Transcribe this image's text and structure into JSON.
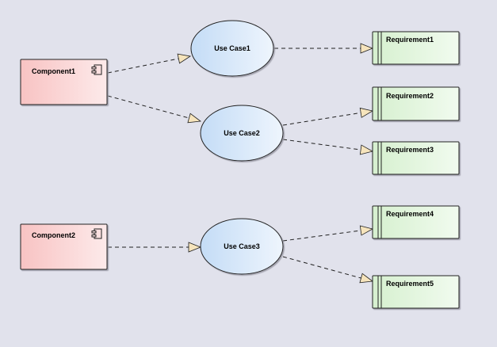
{
  "components": [
    {
      "id": "c1",
      "label": "Component1"
    },
    {
      "id": "c2",
      "label": "Component2"
    }
  ],
  "use_cases": [
    {
      "id": "u1",
      "label": "Use Case1"
    },
    {
      "id": "u2",
      "label": "Use Case2"
    },
    {
      "id": "u3",
      "label": "Use Case3"
    }
  ],
  "requirements": [
    {
      "id": "r1",
      "label": "Requirement1"
    },
    {
      "id": "r2",
      "label": "Requirement2"
    },
    {
      "id": "r3",
      "label": "Requirement3"
    },
    {
      "id": "r4",
      "label": "Requirement4"
    },
    {
      "id": "r5",
      "label": "Requirement5"
    }
  ],
  "connectors": [
    {
      "from": "c1",
      "to": "u1",
      "style": "dashed"
    },
    {
      "from": "c1",
      "to": "u2",
      "style": "dashed"
    },
    {
      "from": "u1",
      "to": "r1",
      "style": "dashed"
    },
    {
      "from": "u2",
      "to": "r2",
      "style": "dashed"
    },
    {
      "from": "u2",
      "to": "r3",
      "style": "dashed"
    },
    {
      "from": "c2",
      "to": "u3",
      "style": "dashed"
    },
    {
      "from": "u3",
      "to": "r4",
      "style": "dashed"
    },
    {
      "from": "u3",
      "to": "r5",
      "style": "dashed"
    }
  ],
  "colors": {
    "background": "#e1e2ec",
    "component_fill_start": "#f8c3c3",
    "component_fill_end": "#fdeaea",
    "usecase_fill_start": "#c4dcf6",
    "usecase_fill_end": "#eef5fd",
    "requirement_fill_start": "#d6f0cf",
    "requirement_fill_end": "#f1fbef",
    "stroke": "#202020",
    "arrowhead_fill": "#f6e4bc"
  }
}
